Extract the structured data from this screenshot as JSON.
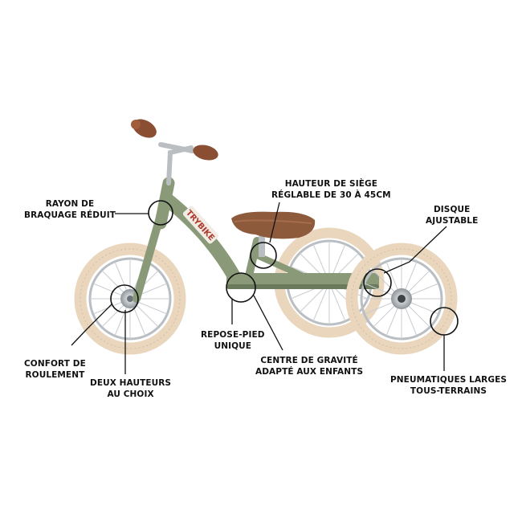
{
  "brand": {
    "frame_text": "TRYBIKE"
  },
  "colors": {
    "frame": "#8a9a79",
    "frame_dark": "#6b7a5c",
    "tire": "#e9d6bd",
    "tire_dark": "#d4bd9f",
    "saddle": "#8d5a3c",
    "grip": "#8a4e33",
    "metal": "#b9bec3",
    "callout": "#111111"
  },
  "callouts": {
    "rayon": {
      "line1": "RAYON DE",
      "line2": "BRAQUAGE RÉDUIT"
    },
    "hauteur": {
      "line1": "HAUTEUR DE SIÈGE",
      "line2": "RÉGLABLE DE 30 À 45CM"
    },
    "disque": {
      "line1": "DISQUE",
      "line2": "AJUSTABLE"
    },
    "repose": {
      "line1": "REPOSE-PIED",
      "line2": "UNIQUE"
    },
    "confort": {
      "line1": "CONFORT DE",
      "line2": "ROULEMENT"
    },
    "deux": {
      "line1": "DEUX HAUTEURS",
      "line2": "AU CHOIX"
    },
    "centre": {
      "line1": "CENTRE DE GRAVITÉ",
      "line2": "ADAPTÉ AUX ENFANTS"
    },
    "pneus": {
      "line1": "PNEUMATIQUES LARGES",
      "line2": "TOUS-TERRAINS"
    }
  }
}
